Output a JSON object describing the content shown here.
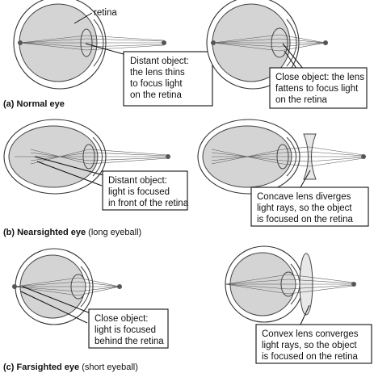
{
  "labels": {
    "retina": "retina"
  },
  "panels": [
    {
      "caption_bold": "(a) Normal eye",
      "caption_rest": "",
      "left_box": [
        "Distant object:",
        "the lens thins",
        "to focus light",
        "on the retina"
      ],
      "right_box": [
        "Close object: the lens",
        "fattens to focus light",
        "on the retina"
      ]
    },
    {
      "caption_bold": "(b) Nearsighted eye",
      "caption_rest": "(long eyeball)",
      "left_box": [
        "Distant object:",
        "light is focused",
        "in front of the retina"
      ],
      "right_box": [
        "Concave lens diverges",
        "light rays, so the object",
        "is focused on the retina"
      ]
    },
    {
      "caption_bold": "(c) Farsighted eye",
      "caption_rest": "(short eyeball)",
      "left_box": [
        "Close object:",
        "light is focused",
        "behind the retina"
      ],
      "right_box": [
        "Convex lens converges",
        "light rays, so the object",
        "is focused on the retina"
      ]
    }
  ],
  "colors": {
    "eye_fill": "#d4d4d4",
    "lens_fill": "#d8d8d8",
    "outline": "#444444",
    "ray": "#555555"
  }
}
